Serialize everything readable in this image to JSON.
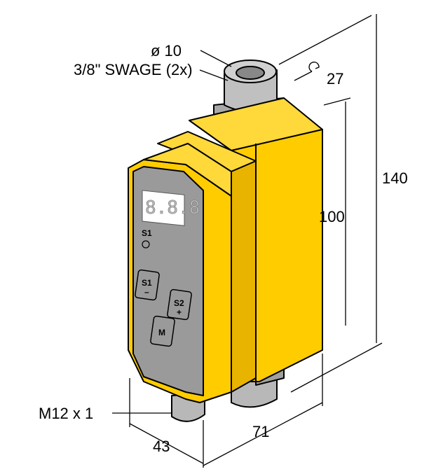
{
  "colors": {
    "housing": "#FFCC00",
    "housing_dark": "#E0A800",
    "panel": "#9A9A9A",
    "fitting": "#B8B8B8",
    "display": "#FFFFFF"
  },
  "dimensions": {
    "fitting_diameter": "ø 10",
    "fitting_type": "3/8\" SWAGE (2x)",
    "wrench_size": "27",
    "total_height": "140",
    "body_height": "100",
    "depth": "71",
    "width": "43",
    "connector": "M12 x 1"
  },
  "panel": {
    "display": "8.8.8",
    "led_label": "S1",
    "buttons": [
      {
        "label": "S1",
        "sub": "–"
      },
      {
        "label": "S2",
        "sub": "+"
      },
      {
        "label": "M",
        "sub": ""
      }
    ]
  },
  "icons": {
    "wrench": "wrench-icon"
  }
}
